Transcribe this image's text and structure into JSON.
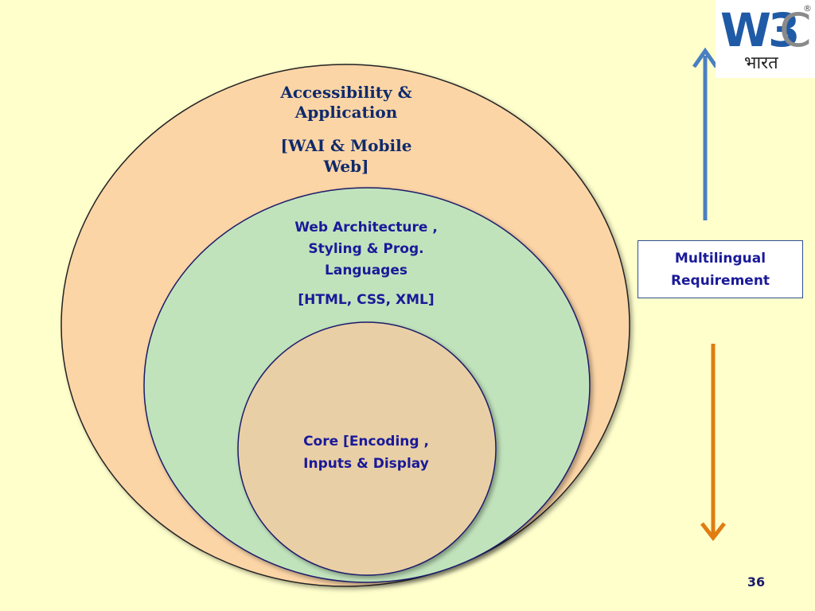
{
  "slide": {
    "background": "#ffffcc",
    "page_number": "36"
  },
  "logo": {
    "text_primary": "W3C",
    "text_secondary": "भारत",
    "registered_mark": "®",
    "colors": {
      "blue": "#1f5aa6",
      "gray": "#8a8a8a"
    }
  },
  "circles": {
    "outer": {
      "title": [
        "Accessibility &",
        "Application"
      ],
      "subtitle": [
        "[WAI & Mobile",
        "Web]"
      ],
      "fill": "#fcd5a6"
    },
    "middle": {
      "title": [
        "Web Architecture ,",
        "Styling & Prog.",
        "Languages"
      ],
      "subtitle": "[HTML, CSS, XML]",
      "fill": "#c1e3bc"
    },
    "inner": {
      "title": [
        "Core [Encoding ,",
        "Inputs  & Display"
      ],
      "fill": "#e9cfa6"
    }
  },
  "side_box": {
    "lines": [
      "Multilingual",
      "Requirement"
    ]
  },
  "arrows": {
    "up": {
      "color": "#4a7fc1",
      "direction": "up"
    },
    "down": {
      "color": "#e07c12",
      "direction": "down"
    }
  }
}
